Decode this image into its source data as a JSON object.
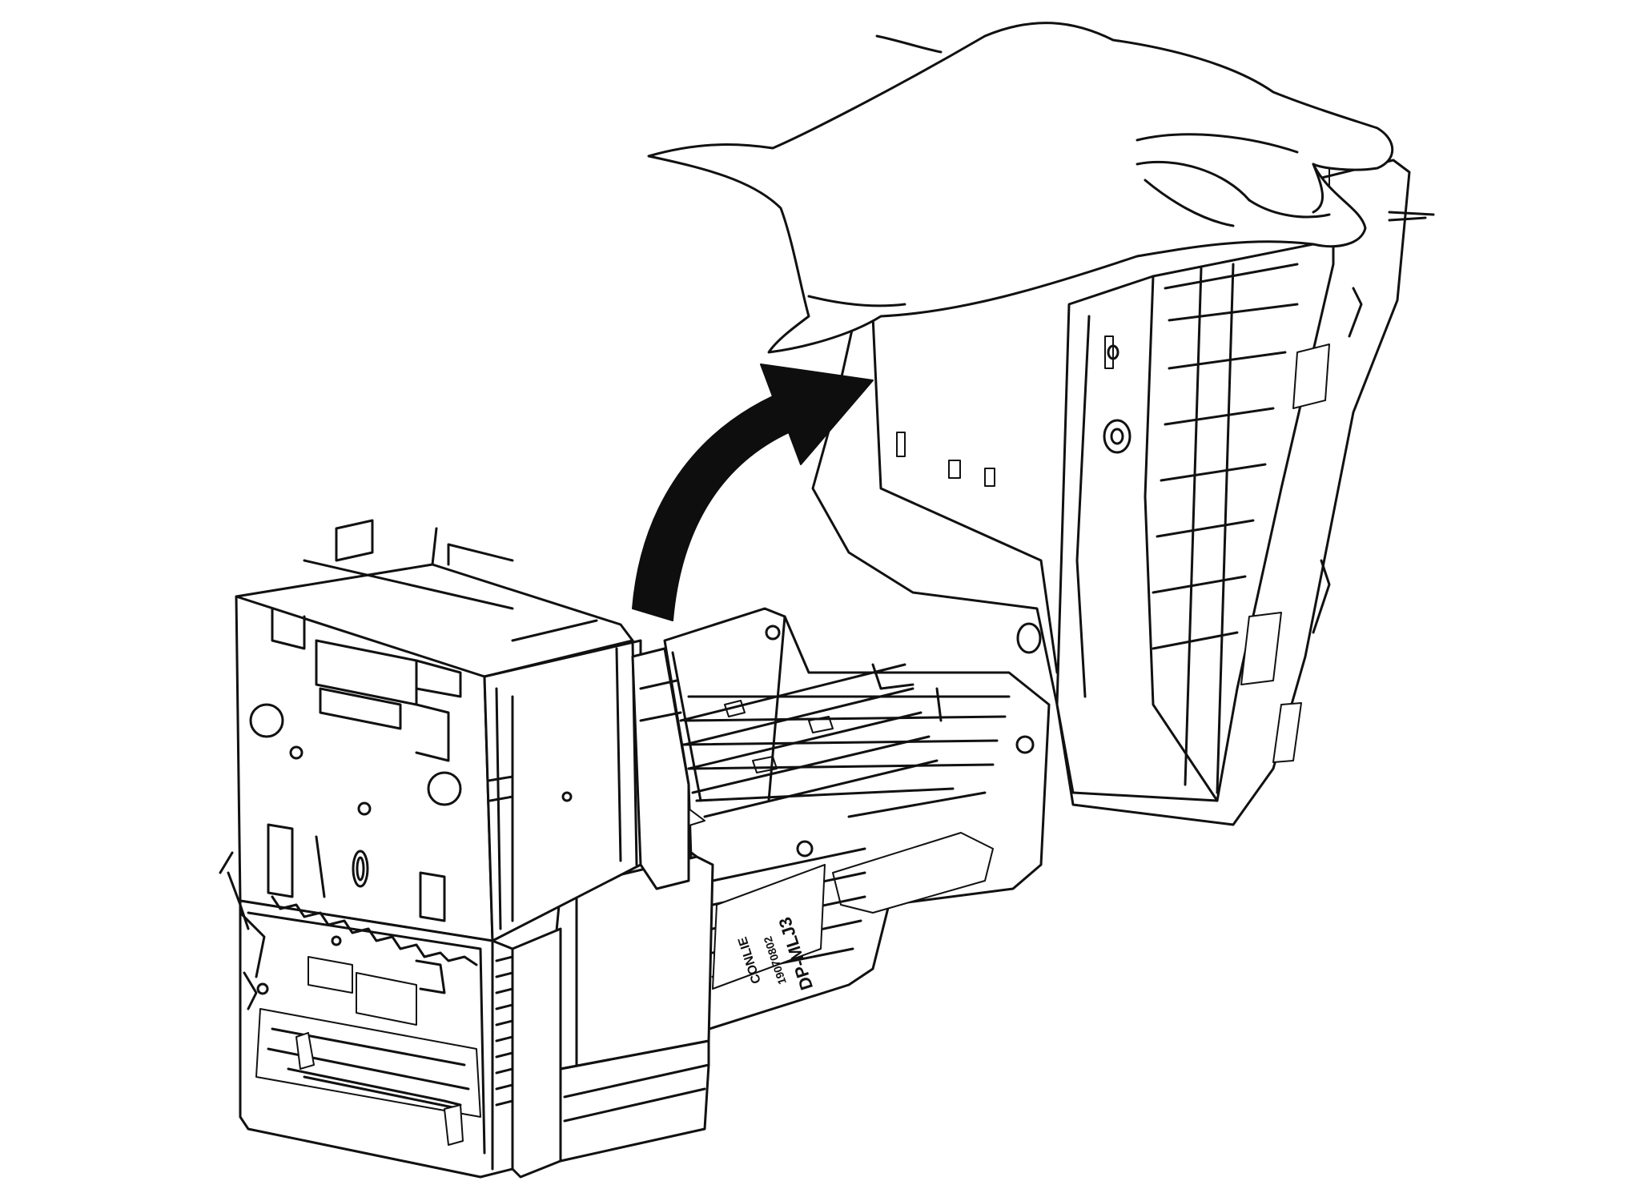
{
  "illustration": {
    "label": {
      "model": "DP-MLJ3",
      "serial": "19070802",
      "brand": "CONLIE"
    }
  }
}
